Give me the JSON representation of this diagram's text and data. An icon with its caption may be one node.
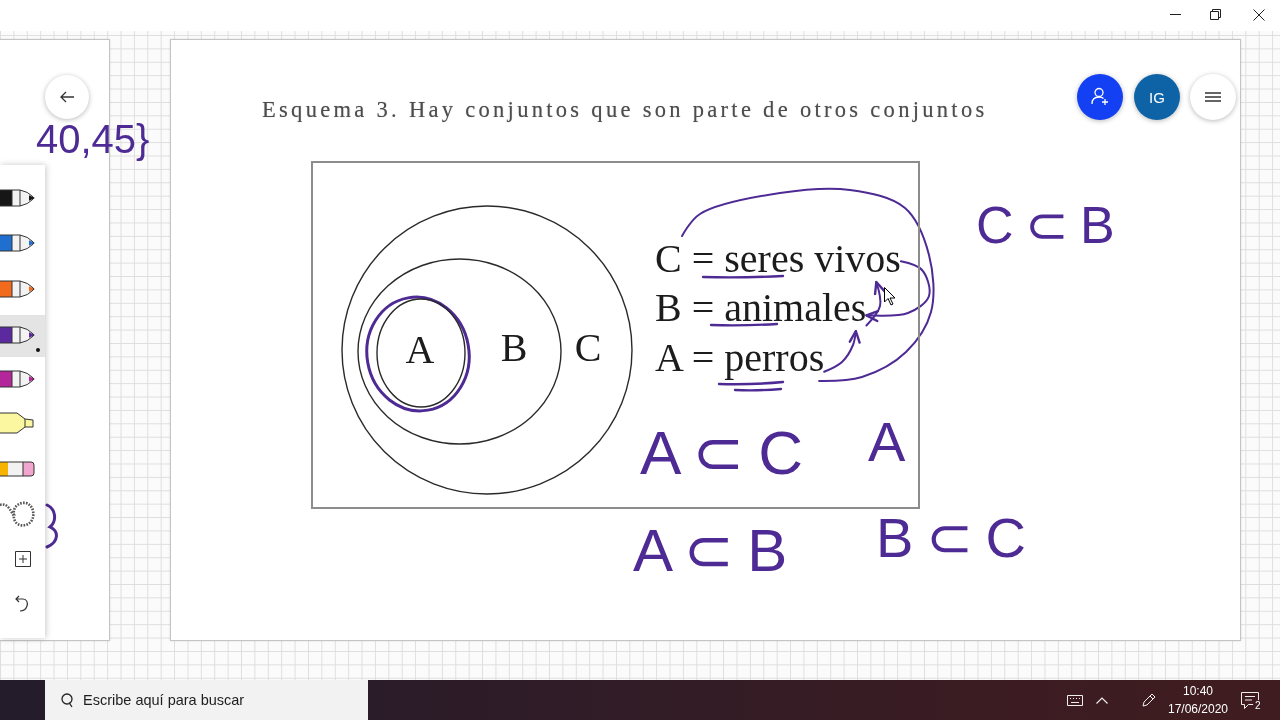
{
  "diagram": {
    "title": "Esquema 3. Hay conjuntos que son parte de otros conjuntos",
    "nodes": [
      {
        "text": [],
        "shape": "box"
      },
      {
        "text": [
          "C"
        ],
        "in": 0
      },
      {
        "text": [
          "B"
        ],
        "in": 1
      },
      {
        "text": [
          "A"
        ],
        "in": 2
      },
      {
        "text": [
          "C = seres vivos"
        ],
        "in": 0
      },
      {
        "text": [
          "B = animales"
        ],
        "in": 0
      },
      {
        "text": [
          "A = perros"
        ],
        "in": 0
      }
    ],
    "edges": [
      {
        "from": 6,
        "to": 5,
        "arrow": "to"
      },
      {
        "from": 5,
        "to": 4,
        "arrow": "to"
      },
      {
        "from": 4,
        "to": 5,
        "arrow": "to"
      },
      {
        "from": 4,
        "to": 6,
        "arrow": "none"
      }
    ],
    "labels": [
      "40,45}",
      "IG",
      "C ⊂ B",
      "A ⊂ C",
      "A",
      "B ⊂ C",
      "A ⊂ B",
      "Escribe aquí para buscar",
      "10:40",
      "17/06/2020",
      "2"
    ]
  }
}
